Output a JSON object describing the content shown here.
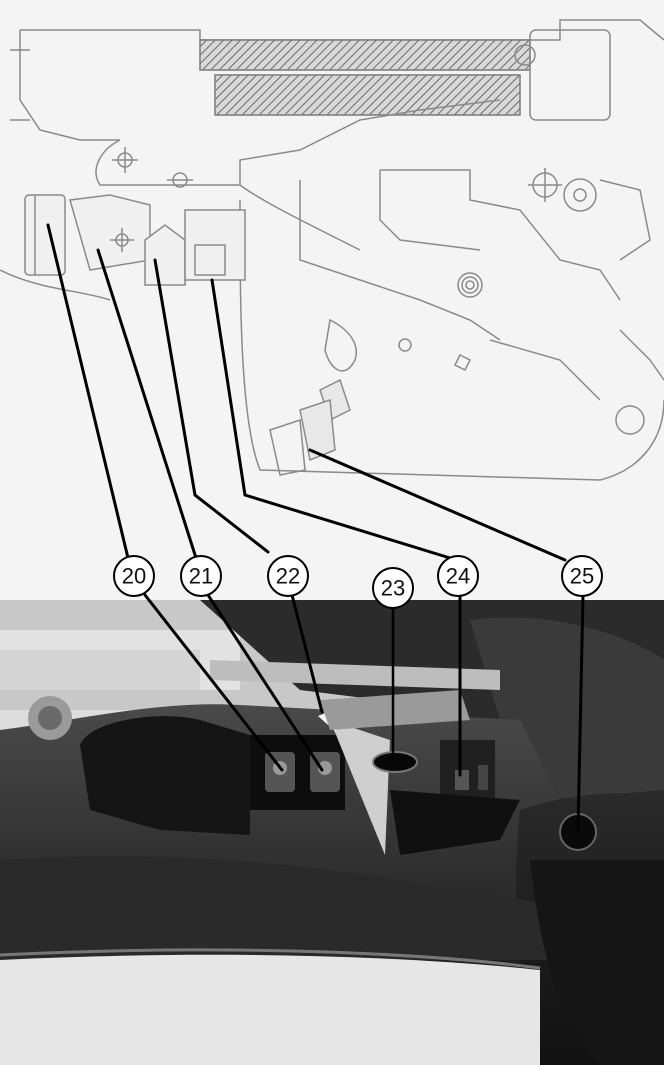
{
  "figure": {
    "callouts": [
      {
        "id": "c20",
        "label": "20"
      },
      {
        "id": "c21",
        "label": "21"
      },
      {
        "id": "c22",
        "label": "22"
      },
      {
        "id": "c23",
        "label": "23"
      },
      {
        "id": "c24",
        "label": "24"
      },
      {
        "id": "c25",
        "label": "25"
      }
    ],
    "colors": {
      "paper": "#f4f4f4",
      "line_art": "#8a8a8a",
      "leader": "#000000",
      "photo_dark": "#1c1c1c",
      "photo_mid": "#3a3a3a",
      "photo_light": "#cfcfcf"
    }
  }
}
